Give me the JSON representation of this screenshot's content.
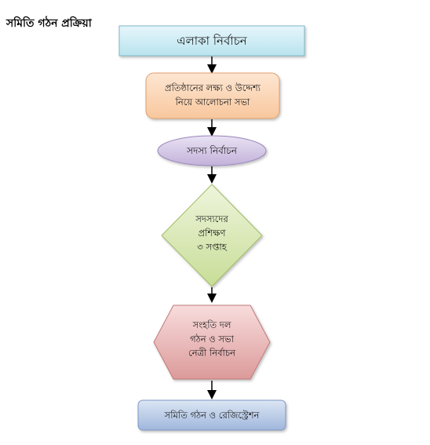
{
  "title": "সমিতি গঠন প্রক্রিয়া",
  "nodes": [
    {
      "id": "area-selection",
      "shape": "rect",
      "lines": [
        "এলাকা নির্বাচন"
      ]
    },
    {
      "id": "goals-meeting",
      "shape": "rounded",
      "lines": [
        "প্রতিষ্ঠানের লক্ষ্য ও উদ্দেশ্য",
        "নিয়ে আলোচনা সভা"
      ]
    },
    {
      "id": "member-selection",
      "shape": "ellipse",
      "lines": [
        "সদস্য নির্বাচন"
      ]
    },
    {
      "id": "member-training",
      "shape": "diamond",
      "lines": [
        "সদস্যদের",
        "প্রশিক্ষণ",
        "৩ সপ্তাহ"
      ]
    },
    {
      "id": "group-formation",
      "shape": "hexagon",
      "lines": [
        "সংহতি দল",
        "গঠন ও সভা",
        "নেত্রী নির্বাচন"
      ]
    },
    {
      "id": "registration",
      "shape": "rounded-blue",
      "lines": [
        "সমিতি গঠন ও রেজিস্ট্রেশন"
      ]
    }
  ],
  "colors": {
    "rect_fill_top": "#e6f6fb",
    "rect_fill_bottom": "#b9e3ee",
    "rounded_fill_top": "#fde6d2",
    "rounded_fill_bottom": "#f8c79d",
    "ellipse_fill_top": "#e9e2f3",
    "ellipse_fill_bottom": "#c2b1d9",
    "diamond_fill_top": "#eef5dc",
    "diamond_fill_bottom": "#c8dd97",
    "hexagon_fill_top": "#f8dcdc",
    "hexagon_fill_bottom": "#dc9a9a",
    "blue_fill_top": "#dce6f4",
    "blue_fill_bottom": "#9fb6dc",
    "arrow": "#000000"
  }
}
